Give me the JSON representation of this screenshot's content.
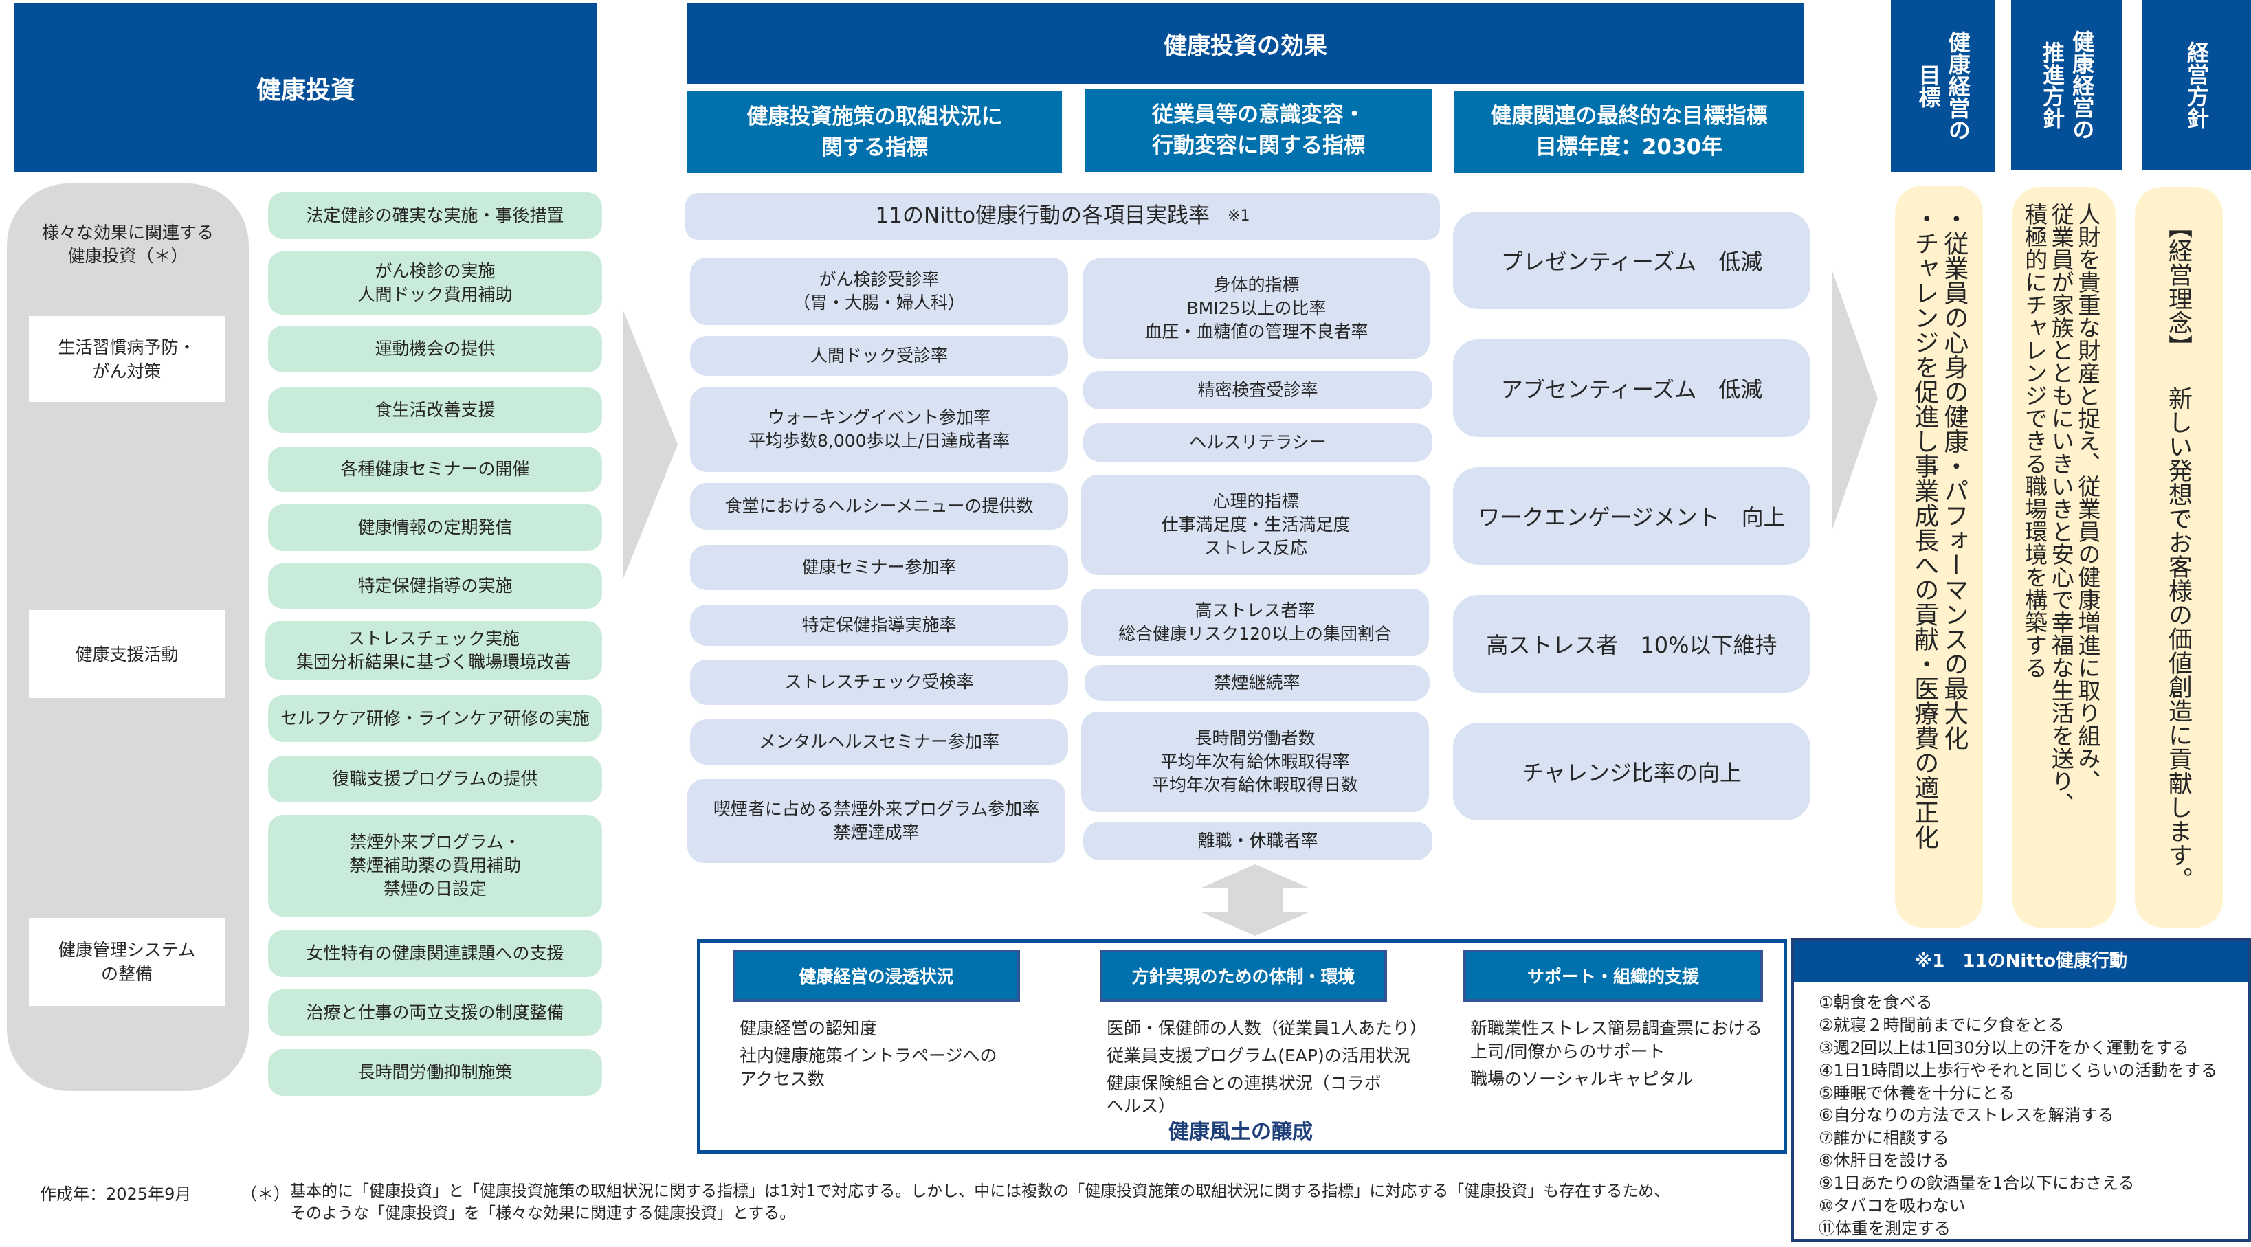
{
  "investment": {
    "title": "健康投資",
    "panel_label": "様々な効果に関連する\n健康投資（＊）",
    "categories": [
      "生活習慣病予防・\nがん対策",
      "健康支援活動",
      "健康管理システム\nの整備"
    ],
    "items": [
      "法定健診の確実な実施・事後措置",
      "がん検診の実施\n人間ドック費用補助",
      "運動機会の提供",
      "食生活改善支援",
      "各種健康セミナーの開催",
      "健康情報の定期発信",
      "特定保健指導の実施",
      "ストレスチェック実施\n集団分析結果に基づく職場環境改善",
      "セルフケア研修・ラインケア研修の実施",
      "復職支援プログラムの提供",
      "禁煙外来プログラム・\n禁煙補助薬の費用補助\n禁煙の日設定",
      "女性特有の健康関連課題への支援",
      "治療と仕事の両立支援の制度整備",
      "長時間労働抑制施策"
    ]
  },
  "effects": {
    "title": "健康投資の効果",
    "columns": [
      "健康投資施策の取組状況に\n関する指標",
      "従業員等の意識変容・\n行動変容に関する指標",
      "健康関連の最終的な目標指標\n目標年度：2030年"
    ],
    "nitto_banner": "11のNitto健康行動の各項目実践率",
    "nitto_banner_note": "※1",
    "initiative_indicators": [
      "がん検診受診率\n（胃・大腸・婦人科）",
      "人間ドック受診率",
      "ウォーキングイベント参加率\n平均歩数8,000歩以上/日達成者率",
      "食堂におけるヘルシーメニューの提供数",
      "健康セミナー参加率",
      "特定保健指導実施率",
      "ストレスチェック受検率",
      "メンタルヘルスセミナー参加率",
      "喫煙者に占める禁煙外来プログラム参加率\n禁煙達成率"
    ],
    "behavior_indicators": [
      "身体的指標\nBMI25以上の比率\n血圧・血糖値の管理不良者率",
      "精密検査受診率",
      "ヘルスリテラシー",
      "心理的指標\n仕事満足度・生活満足度\nストレス反応",
      "高ストレス者率\n総合健康リスク120以上の集団割合",
      "禁煙継続率",
      "長時間労働者数\n平均年次有給休暇取得率\n平均年次有給休暇取得日数",
      "離職・休職者率"
    ],
    "final_targets": [
      "プレゼンティーズム　低減",
      "アブセンティーズム　低減",
      "ワークエンゲージメント　向上",
      "高ストレス者　10%以下維持",
      "チャレンジ比率の向上"
    ]
  },
  "culture": {
    "title": "健康風土の醸成",
    "groups": [
      {
        "heading": "健康経営の浸透状況",
        "items": [
          "健康経営の認知度",
          "社内健康施策イントラページへの\nアクセス数"
        ]
      },
      {
        "heading": "方針実現のための体制・環境",
        "items": [
          "医師・保健師の人数（従業員1人あたり）",
          "従業員支援プログラム(EAP)の活用状況",
          "健康保険組合との連携状況（コラボ\nヘルス）"
        ]
      },
      {
        "heading": "サポート・組織的支援",
        "items": [
          "新職業性ストレス簡易調査票における\n上司/同僚からのサポート",
          "職場のソーシャルキャピタル"
        ]
      }
    ]
  },
  "goals": {
    "headers": [
      "健康経営の\n目標",
      "健康経営の\n推進方針",
      "経営方針"
    ],
    "goal_text": [
      "・従業員の心身の健康・パフォーマンスの最大化",
      "・チャレンジを促進し事業成長への貢献・医療費の適正化"
    ],
    "policy_text": [
      "人財を貴重な財産と捉え、従業員の健康増進に取り組み、",
      "従業員が家族とともにいきいきと安心で幸福な生活を送り、",
      "積極的にチャレンジできる職場環境を構築する"
    ],
    "management_text": "【経営理念】 新しい発想でお客様の価値創造に貢献します。"
  },
  "nitto_actions": {
    "title": "※1　11のNitto健康行動",
    "items": [
      "①朝食を食べる",
      "②就寝２時間前までに夕食をとる",
      "③週2回以上は1回30分以上の汗をかく運動をする",
      "④1日1時間以上歩行やそれと同じくらいの活動をする",
      "⑤睡眠で休養を十分にとる",
      "⑥自分なりの方法でストレスを解消する",
      "⑦誰かに相談する",
      "⑧休肝日を設ける",
      "⑨1日あたりの飲酒量を1合以下におさえる",
      "⑩タバコを吸わない",
      "⑪体重を測定する"
    ]
  },
  "footer": {
    "created": "作成年：2025年9月",
    "note_mark": "（＊）",
    "note_line1": "基本的に「健康投資」と「健康投資施策の取組状況に関する指標」は1対1で対応する。しかし、中には複数の「健康投資施策の取組状況に関する指標」に対応する「健康投資」も存在するため、",
    "note_line2": "そのような「健康投資」を「様々な効果に関連する健康投資」とする。"
  }
}
